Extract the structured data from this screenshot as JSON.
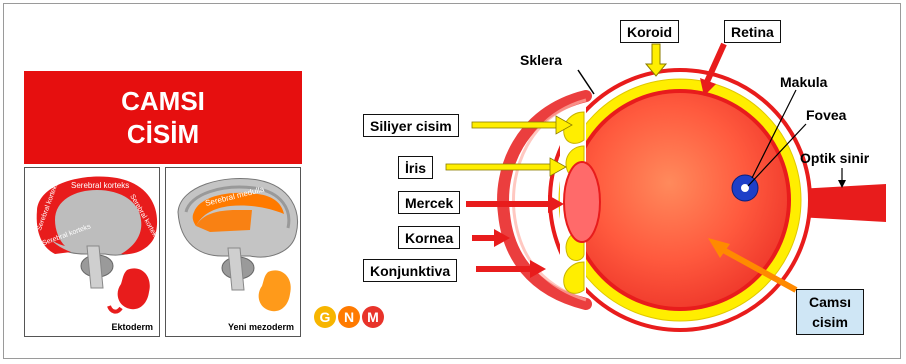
{
  "title": {
    "line1": "CAMSI",
    "line2": "CİSİM"
  },
  "panels": [
    {
      "caption": "Ektoderm",
      "labels": [
        "Serebral korteks",
        "Serebral korteks",
        "Serebral korteks",
        "Serebral korteks"
      ]
    },
    {
      "caption": "Yeni mezoderm",
      "labels": [
        "Serebral medulla"
      ]
    }
  ],
  "logo": {
    "letters": [
      "G",
      "N",
      "M"
    ],
    "colors": [
      "#f7b500",
      "#ff7a00",
      "#e8332a"
    ]
  },
  "eye_labels": {
    "koroid": "Koroid",
    "retina": "Retina",
    "sklera": "Sklera",
    "makula": "Makula",
    "fovea": "Fovea",
    "optik_sinir": "Optik sinir",
    "siliyer_cisim": "Siliyer cisim",
    "iris": "İris",
    "mercek": "Mercek",
    "kornea": "Kornea",
    "konjunktiva": "Konjunktiva",
    "camsi_line1": "Camsı",
    "camsi_line2": "cisim"
  },
  "colors": {
    "red": "#e81c1c",
    "yellow": "#ffee00",
    "vitreous": "#ff6a4a",
    "fovea_blue": "#1e3fc8",
    "camsi_box": "#cfe6f5",
    "gray_brain": "#b8b8b8"
  }
}
